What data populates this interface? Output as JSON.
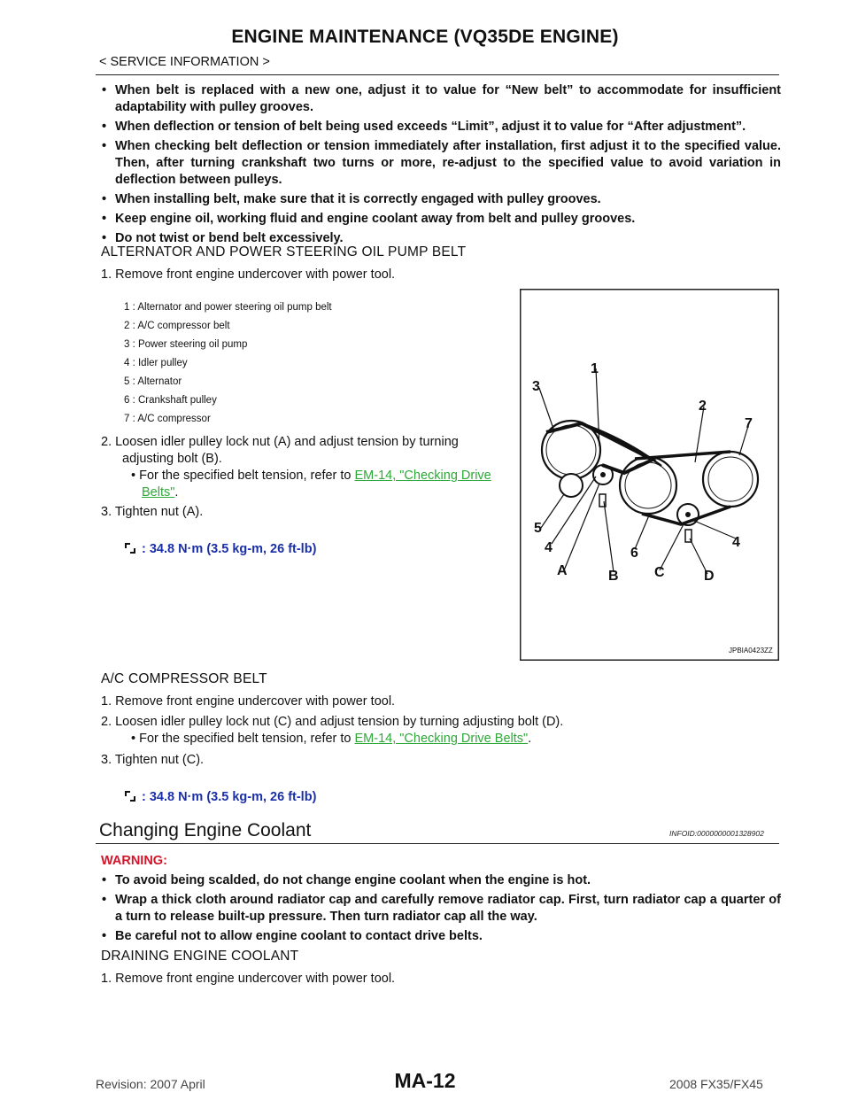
{
  "header": {
    "title": "ENGINE MAINTENANCE (VQ35DE ENGINE)",
    "subtitle": "< SERVICE INFORMATION >"
  },
  "intro_bullets": [
    "When belt is replaced with a new one, adjust it to value for “New belt” to accommodate for insufficient adaptability with pulley grooves.",
    "When deflection or tension of belt being used exceeds “Limit”, adjust it to value for “After adjustment”.",
    "When checking belt deflection or tension immediately after installation, first adjust it to the specified value. Then, after turning crankshaft two turns or more, re-adjust to the specified value to avoid variation in deflection between pulleys.",
    "When installing belt, make sure that it is correctly engaged with pulley grooves.",
    "Keep engine oil, working fluid and engine coolant away from belt and pulley grooves.",
    "Do not twist or bend belt excessively."
  ],
  "alt_section": {
    "heading": "ALTERNATOR AND POWER STEERING OIL PUMP BELT",
    "step1": "1.  Remove front engine undercover with power tool.",
    "step2_line1": "2.  Loosen idler pulley lock nut (A) and adjust tension by turning",
    "step2_line2": "adjusting bolt (B).",
    "step2_sub_prefix": "•  For the specified belt tension, refer to ",
    "step2_link_a": "EM-14, \"Checking Drive",
    "step2_link_b": "Belts\"",
    "period": ".",
    "step3": "3.  Tighten nut (A).",
    "torque": ": 34.8 N·m (3.5 kg-m, 26 ft-lb)"
  },
  "legend": [
    "1   : Alternator and power steering oil pump belt",
    "2   : A/C compressor belt",
    "3   : Power steering oil pump",
    "4   : Idler pulley",
    "5   : Alternator",
    "6   : Crankshaft pulley",
    "7   : A/C compressor"
  ],
  "diagram": {
    "labels": [
      "1",
      "2",
      "3",
      "7",
      "5",
      "4",
      "6",
      "4",
      "A",
      "B",
      "C",
      "D"
    ],
    "code": "JPBIA0423ZZ"
  },
  "ac_section": {
    "heading": "A/C COMPRESSOR BELT",
    "step1": "1.  Remove front engine undercover with power tool.",
    "step2": "2.  Loosen idler pulley lock nut (C) and adjust tension by turning adjusting bolt (D).",
    "step2_sub_prefix": "•  For the specified belt tension, refer to ",
    "step2_link": "EM-14, \"Checking Drive Belts\"",
    "period": ".",
    "step3": "3.  Tighten nut (C).",
    "torque": ": 34.8 N·m (3.5 kg-m, 26 ft-lb)"
  },
  "coolant": {
    "heading": "Changing Engine Coolant",
    "infoid": "INFOID:0000000001328902",
    "warning_label": "WARNING:",
    "warnings": [
      "To avoid being scalded, do not change engine coolant when the engine is hot.",
      "Wrap a thick cloth around radiator cap and carefully remove radiator cap. First, turn radiator cap a quarter of a turn to release built-up pressure. Then turn radiator cap all the way.",
      "Be careful not to allow engine coolant to contact drive belts."
    ],
    "drain_heading": "DRAINING ENGINE COOLANT",
    "drain_step1": "1.  Remove front engine undercover with power tool."
  },
  "footer": {
    "revision": "Revision: 2007 April",
    "page": "MA-12",
    "model": "2008 FX35/FX45"
  }
}
